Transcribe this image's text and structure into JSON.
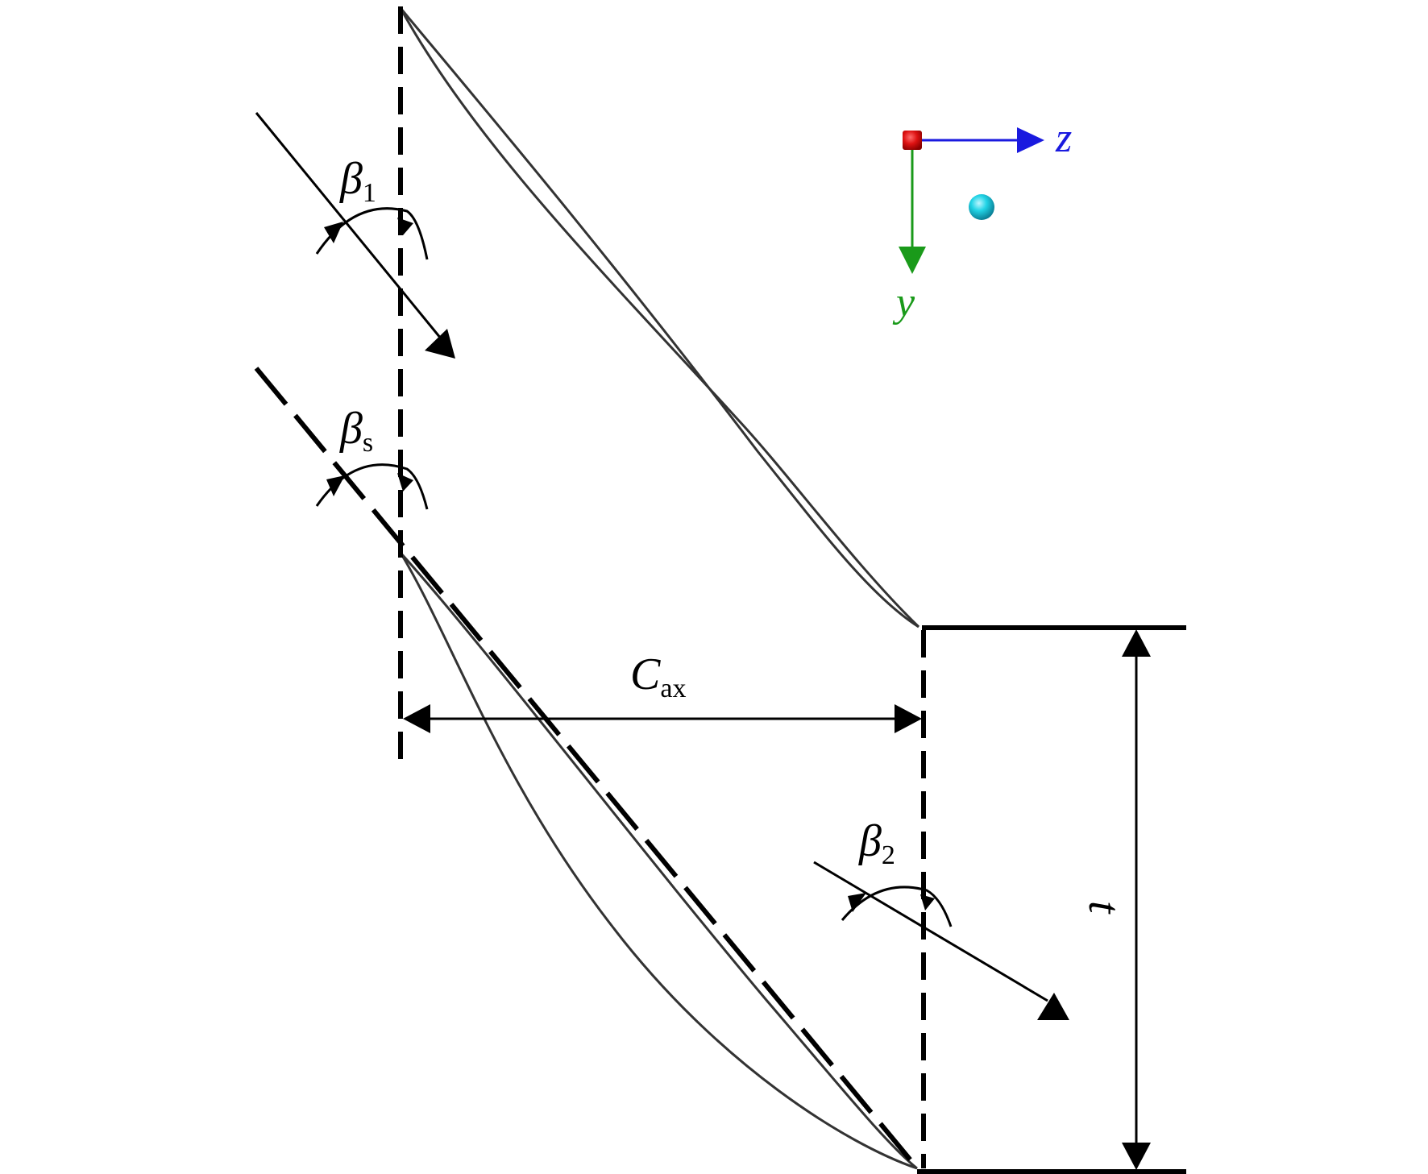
{
  "labels": {
    "beta1": {
      "symbol": "β",
      "sub": "1"
    },
    "betas": {
      "symbol": "β",
      "sub": "s"
    },
    "beta2": {
      "symbol": "β",
      "sub": "2"
    },
    "cax": {
      "symbol": "C",
      "sub": "ax"
    },
    "pitch": "t"
  },
  "axes": {
    "z": "z",
    "y": "y"
  },
  "colors": {
    "z_axis": "#1a1adf",
    "y_axis": "#1a9a1a",
    "origin_marker": "#dd1111",
    "x_marker": "#22d4e6",
    "lines": "#000000",
    "blade_profile": "#333333"
  }
}
